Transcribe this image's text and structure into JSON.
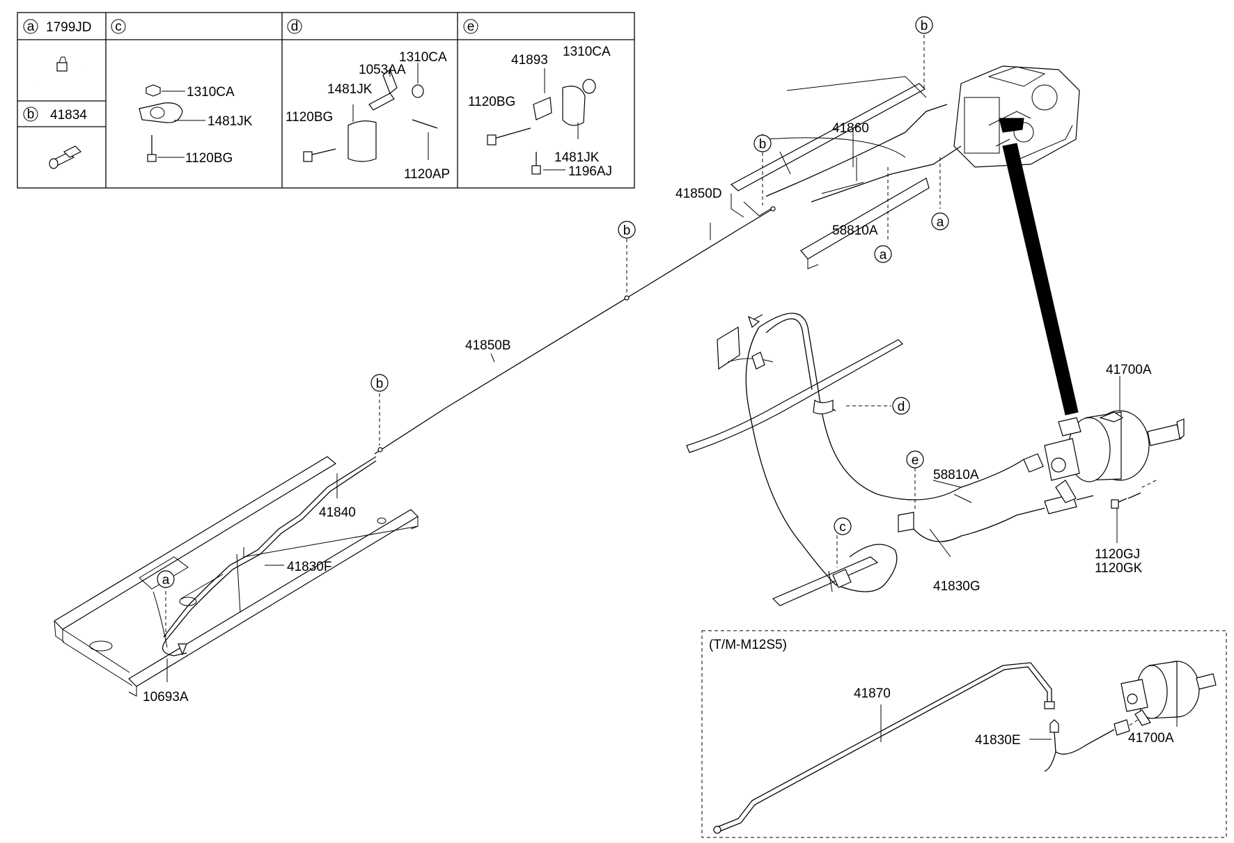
{
  "legend": {
    "cells": [
      {
        "letter": "a",
        "part": "1799JD"
      },
      {
        "letter": "b",
        "part": "41834"
      },
      {
        "letter": "c",
        "part": ""
      },
      {
        "letter": "d",
        "part": ""
      },
      {
        "letter": "e",
        "part": ""
      }
    ],
    "c_labels": [
      "1310CA",
      "1481JK",
      "1120BG"
    ],
    "d_labels": [
      "1310CA",
      "1053AA",
      "1481JK",
      "1120BG",
      "1120AP"
    ],
    "e_labels": [
      "41893",
      "1310CA",
      "1120BG",
      "1481JK",
      "1196AJ"
    ]
  },
  "parts": {
    "p41860": "41860",
    "p41850D": "41850D",
    "p58810A_top": "58810A",
    "p41850B": "41850B",
    "p41840": "41840",
    "p41830F": "41830F",
    "p10693A": "10693A",
    "p41700A": "41700A",
    "p58810A": "58810A",
    "p41830G": "41830G",
    "p1120GJ": "1120GJ",
    "p1120GK": "1120GK"
  },
  "callouts": {
    "a": "a",
    "b": "b",
    "c": "c",
    "d": "d",
    "e": "e"
  },
  "variant": {
    "title": "(T/M-M12S5)",
    "p41870": "41870",
    "p41830E": "41830E",
    "p41700A": "41700A"
  }
}
